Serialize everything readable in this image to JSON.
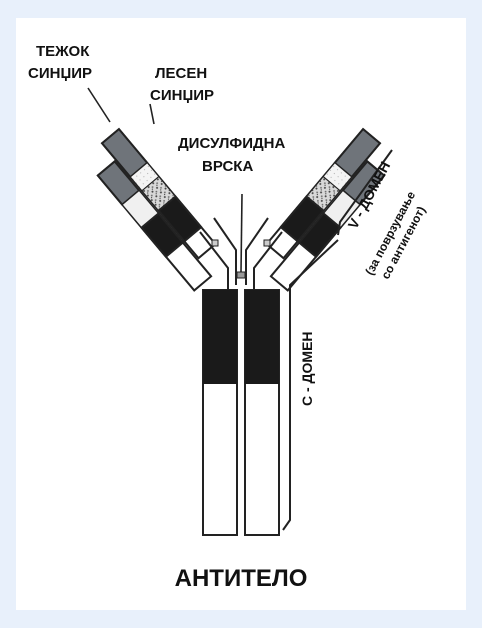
{
  "colors": {
    "background": "#e8f0fb",
    "card": "#ffffff",
    "dark_segment": "#1a1a1a",
    "gray_segment": "#6f747a",
    "light_segment": "#e9e9e9",
    "outline": "#222222"
  },
  "labels": {
    "heavy_chain_line1": "ТЕЖОК",
    "heavy_chain_line2": "СИНЏИР",
    "light_chain_line1": "ЛЕСЕН",
    "light_chain_line2": "СИНЏИР",
    "disulfide_line1": "ДИСУЛФИДНА",
    "disulfide_line2": "ВРСКА",
    "v_domain": "V - ДОМЕН",
    "v_domain_note_line1": "(за поврзување",
    "v_domain_note_line2": "со антигенот)",
    "c_domain": "C - ДОМЕН",
    "title": "АНТИТЕЛО"
  }
}
